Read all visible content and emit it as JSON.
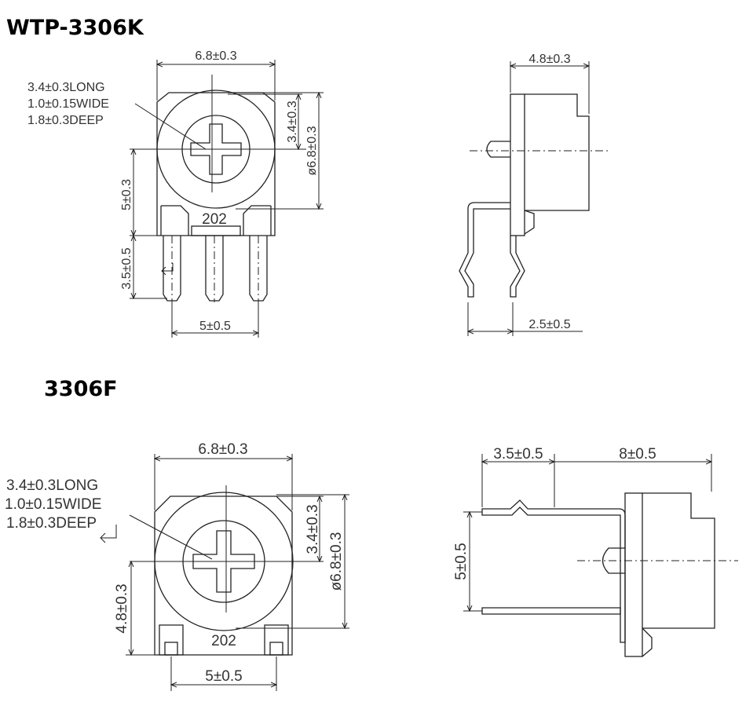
{
  "titles": {
    "top": "WTP-3306K",
    "bottom": "3306F"
  },
  "k_front": {
    "width": "6.8±0.3",
    "note": [
      "3.4±0.3LONG",
      "1.0±0.15WIDE",
      "1.8±0.3DEEP"
    ],
    "slot": "3.4±0.3",
    "diameter": "ø6.8±0.3",
    "height": "5±0.3",
    "pin_length": "3.5±0.5",
    "pitch": "5±0.5",
    "marking": "202"
  },
  "k_side": {
    "depth": "4.8±0.3",
    "lead_offset": "2.5±0.5"
  },
  "f_front": {
    "width": "6.8±0.3",
    "note": [
      "3.4±0.3LONG",
      "1.0±0.15WIDE",
      "1.8±0.3DEEP"
    ],
    "slot": "3.4±0.3",
    "diameter": "ø6.8±0.3",
    "height": "4.8±0.3",
    "pitch": "5±0.5",
    "marking": "202"
  },
  "f_side": {
    "lead_bend": "3.5±0.5",
    "length": "8±0.5",
    "pitch": "5±0.5"
  }
}
